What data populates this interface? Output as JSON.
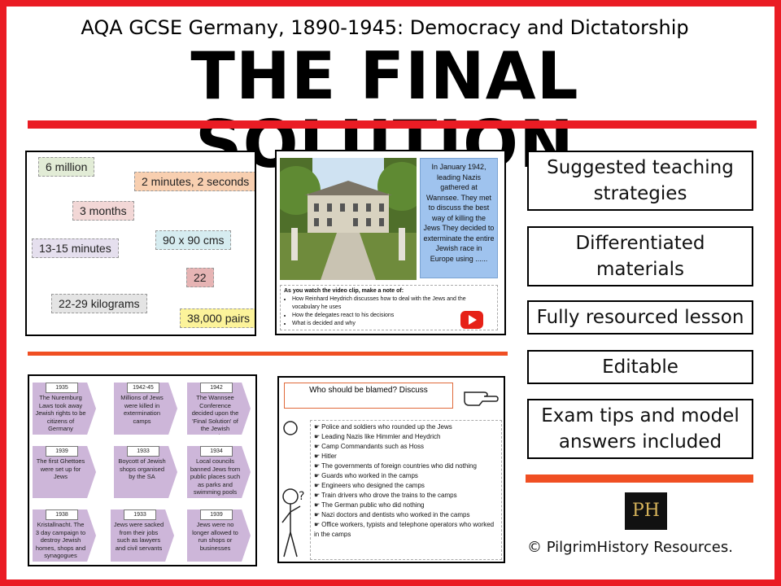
{
  "header": {
    "subtitle": "AQA GCSE Germany, 1890-1945: Democracy and Dictatorship",
    "title": "THE FINAL SOLUTION"
  },
  "colors": {
    "accent_red": "#ea1c24",
    "accent_orange": "#f04f23",
    "panel_blue": "#9fc3ee",
    "timeline_purple": "#cdb6d9"
  },
  "facts_panel": {
    "chips": [
      {
        "text": "6 million",
        "bg": "#e2ecd6"
      },
      {
        "text": "2 minutes, 2 seconds",
        "bg": "#f8cfb0"
      },
      {
        "text": "3 months",
        "bg": "#f2d7d6"
      },
      {
        "text": "90 x 90 cms",
        "bg": "#d6ecf0"
      },
      {
        "text": "13-15 minutes",
        "bg": "#e5dfee"
      },
      {
        "text": "22",
        "bg": "#e6b4b4"
      },
      {
        "text": "22-29 kilograms",
        "bg": "#e4e4e4"
      },
      {
        "text": "38,000 pairs",
        "bg": "#fcf39a"
      }
    ]
  },
  "wannsee_panel": {
    "photo_icon": "villa-photo",
    "text": "In January 1942, leading Nazis gathered at Wannsee. They met to discuss the best way of killing the Jews They decided to exterminate the entire Jewish race in Europe using ......",
    "note_heading": "As you watch the video clip, make a note of:",
    "notes": [
      "How Reinhard Heydrich discusses how to deal with the Jews and the vocabulary he uses",
      "How the delegates react to his decisions",
      "What is decided and why"
    ],
    "play_icon": "youtube-play-icon"
  },
  "timeline_panel": {
    "items": [
      {
        "year": "1935",
        "text": "The Nuremburg Laws took away Jewish rights to be citizens of Germany"
      },
      {
        "year": "1942-45",
        "text": "Millions of Jews were killed in extermination camps"
      },
      {
        "year": "1942",
        "text": "The Wannsee Conference decided upon the 'Final Solution' of the Jewish question"
      },
      {
        "year": "1939",
        "text": "The first Ghettoes were set up for Jews"
      },
      {
        "year": "1933",
        "text": "Boycott of Jewish shops organised by the SA"
      },
      {
        "year": "1934",
        "text": "Local councils banned Jews from public places such as parks and swimming pools"
      },
      {
        "year": "1938",
        "text": "Kristallnacht. The 3 day campaign to destroy Jewish homes, shops and synagogues"
      },
      {
        "year": "1933",
        "text": "Jews were sacked from their jobs such as lawyers and civil servants"
      },
      {
        "year": "1939",
        "text": "Jews were no longer allowed to run shops or businesses"
      }
    ]
  },
  "blame_panel": {
    "header": "Who should be blamed? Discuss",
    "items": [
      "Police and soldiers who rounded up the Jews",
      "Leading Nazis like Himmler and Heydrich",
      "Camp Commandants such as Hoss",
      "Hitler",
      "The governments of foreign countries who did nothing",
      "Guards who worked in the camps",
      "Engineers who designed the camps",
      "Train drivers who drove the trains to the camps",
      "The German public who did nothing",
      "Nazi doctors and dentists who worked in the camps",
      "Office workers, typists and telephone operators who worked in the camps"
    ]
  },
  "features": [
    "Suggested teaching strategies",
    "Differentiated materials",
    "Fully resourced lesson",
    "Editable",
    "Exam tips and model answers included"
  ],
  "logo": {
    "text": "PH"
  },
  "copyright": "© PilgrimHistory Resources."
}
